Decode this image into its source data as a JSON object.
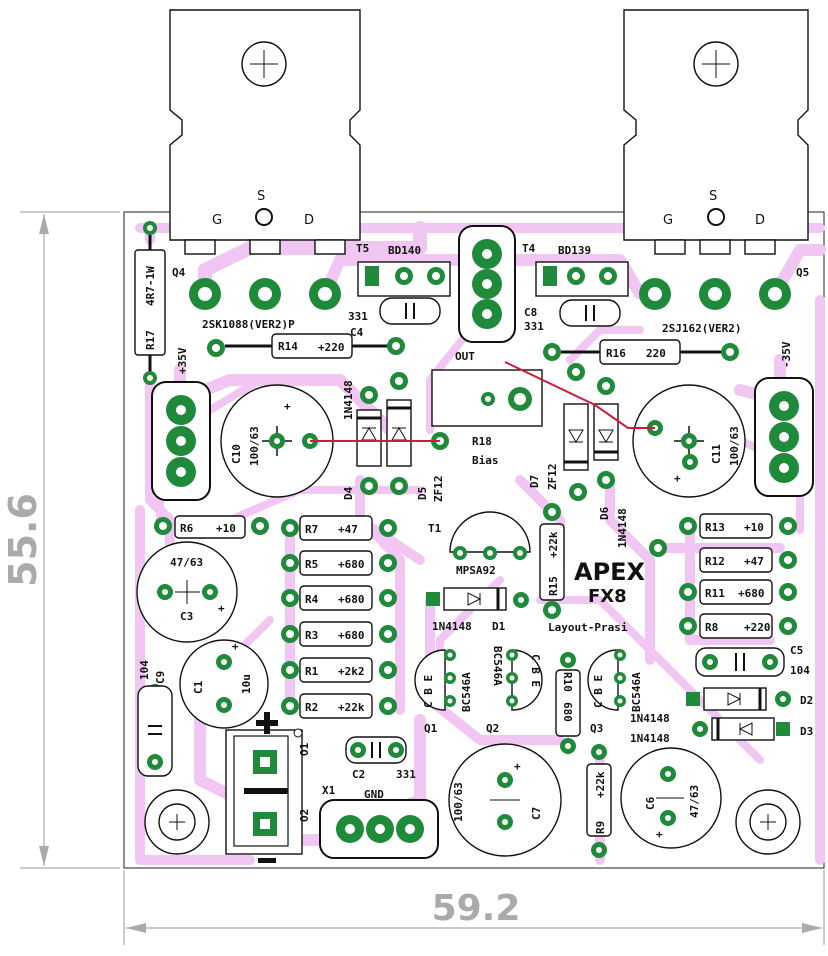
{
  "board": {
    "title": "APEX",
    "model": "FX8",
    "credit": "Layout-Prasi",
    "dim_height": "55.6",
    "dim_width": "59.2",
    "colors": {
      "trace": "#f2c6f2",
      "pad": "#1e8a3a",
      "wire": "#d01a3a",
      "silk": "#111111"
    }
  },
  "labels": {
    "q4_g": "G",
    "q4_s": "S",
    "q4_d": "D",
    "q5_g": "G",
    "q5_s": "S",
    "q5_d": "D",
    "q4": "Q4",
    "q5": "Q5",
    "q4_part": "2SK1088(VER2)P",
    "q5_part": "2SJ162(VER2)",
    "t5": "T5",
    "t5_part": "BD140",
    "t4": "T4",
    "t4_part": "BD139",
    "c4": "C4",
    "c4_val": "331",
    "c8": "C8",
    "c8_val": "331",
    "r17": "R17",
    "r17_val": "4R7-1W",
    "r14": "R14",
    "r14_val": "220",
    "r16": "R16",
    "r16_val": "220",
    "out": "OUT",
    "v_pos": "+35V",
    "v_neg": "-35V",
    "c10": "C10",
    "c10_val": "100/63",
    "c11": "C11",
    "c11_val": "100/63",
    "d4": "D4",
    "d4_part": "1N4148",
    "d5": "D5",
    "d5_part": "ZF12",
    "d6": "D6",
    "d6_part": "1N4148",
    "d7": "D7",
    "d7_part": "ZF12",
    "r18": "R18",
    "bias": "Bias",
    "r6": "R6",
    "r6_val": "10",
    "r7": "R7",
    "r7_val": "47",
    "r5": "R5",
    "r5_val": "680",
    "r4": "R4",
    "r4_val": "680",
    "r3": "R3",
    "r3_val": "680",
    "r1": "R1",
    "r1_val": "2k2",
    "r2": "R2",
    "r2_val": "22k",
    "t1": "T1",
    "t1_part": "MPSA92",
    "r15": "R15",
    "r15_val": "22k",
    "d1": "D1",
    "d1_part": "1N4148",
    "r13": "R13",
    "r13_val": "10",
    "r12": "R12",
    "r12_val": "47",
    "r11": "R11",
    "r11_val": "680",
    "r8": "R8",
    "r8_val": "220",
    "c5": "C5",
    "c5_val": "104",
    "c3": "C3",
    "c3_val": "47/63",
    "c9": "C9",
    "c9_val": "104",
    "c1": "C1",
    "c1_val": "10u",
    "q1": "Q1",
    "q1_part": "BC546A",
    "q2": "Q2",
    "q2_part": "BC546A",
    "q3": "Q3",
    "q3_part": "BC546A",
    "r10": "R10",
    "r10_val": "680",
    "d2": "D2",
    "d2_part": "1N4148",
    "d3": "D3",
    "d3_part": "1N4148",
    "c2": "C2",
    "c2_val": "331",
    "x1": "X1",
    "gnd": "GND",
    "o1": "O1",
    "o2": "O2",
    "c7": "C7",
    "c7_val": "100/63",
    "c6": "C6",
    "c6_val": "47/63",
    "r9": "R9",
    "r9_val": "22k",
    "cbe": "C B E"
  }
}
